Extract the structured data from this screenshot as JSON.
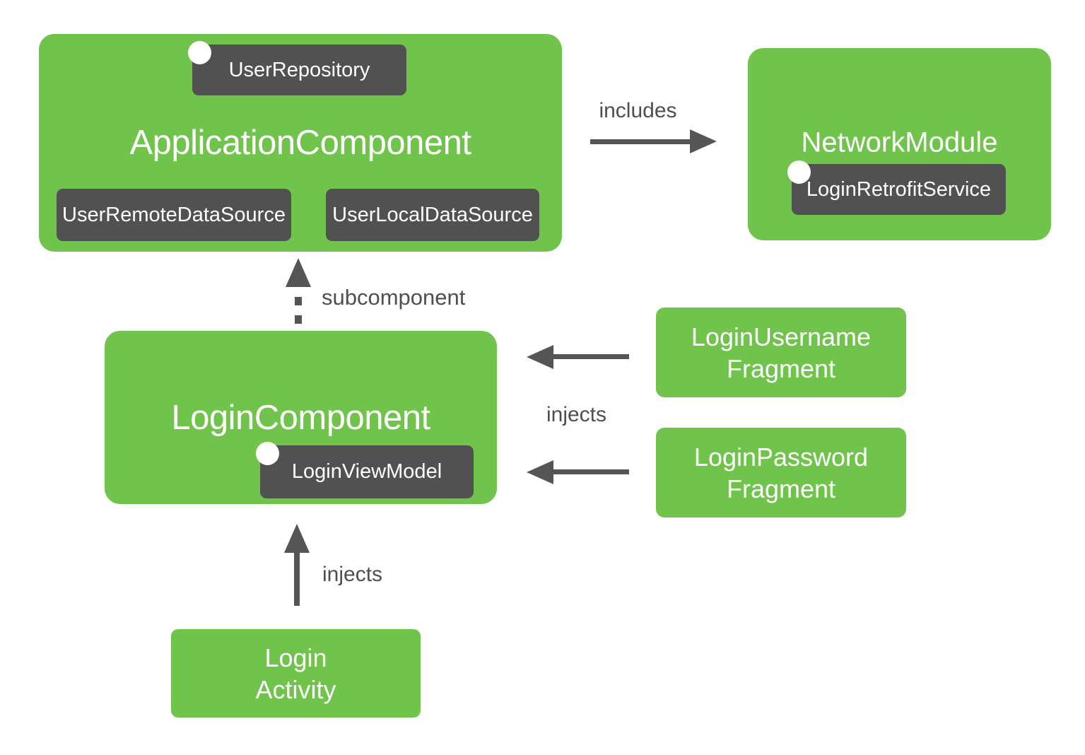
{
  "colors": {
    "node_green": "#70C34B",
    "badge_dark": "#515151",
    "arrow_gray": "#555555",
    "label_gray": "#4F4F4F",
    "text_white": "#FFFFFF",
    "background": "#FFFFFF"
  },
  "diagram": {
    "application_component": {
      "title": "ApplicationComponent",
      "provided": "UserRepository",
      "dependencies": [
        "UserRemoteDataSource",
        "UserLocalDataSource"
      ]
    },
    "network_module": {
      "title": "NetworkModule",
      "provided": "LoginRetrofitService"
    },
    "login_component": {
      "title": "LoginComponent",
      "provided": "LoginViewModel"
    },
    "login_username_fragment": {
      "line1": "LoginUsername",
      "line2": "Fragment"
    },
    "login_password_fragment": {
      "line1": "LoginPassword",
      "line2": "Fragment"
    },
    "login_activity": {
      "line1": "Login",
      "line2": "Activity"
    },
    "labels": {
      "includes": "includes",
      "subcomponent": "subcomponent",
      "injects_fragments": "injects",
      "injects_activity": "injects"
    }
  }
}
